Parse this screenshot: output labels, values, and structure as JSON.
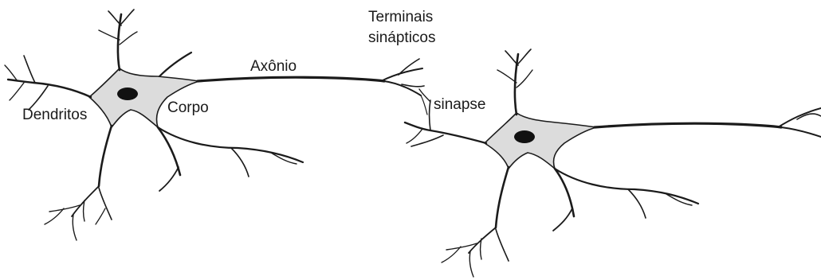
{
  "diagram": {
    "labels": {
      "terminais_line1": "Terminais",
      "terminais_line2": "sinápticos",
      "axonio": "Axônio",
      "sinapse": "sinapse",
      "dendritos": "Dendritos",
      "corpo": "Corpo"
    }
  }
}
